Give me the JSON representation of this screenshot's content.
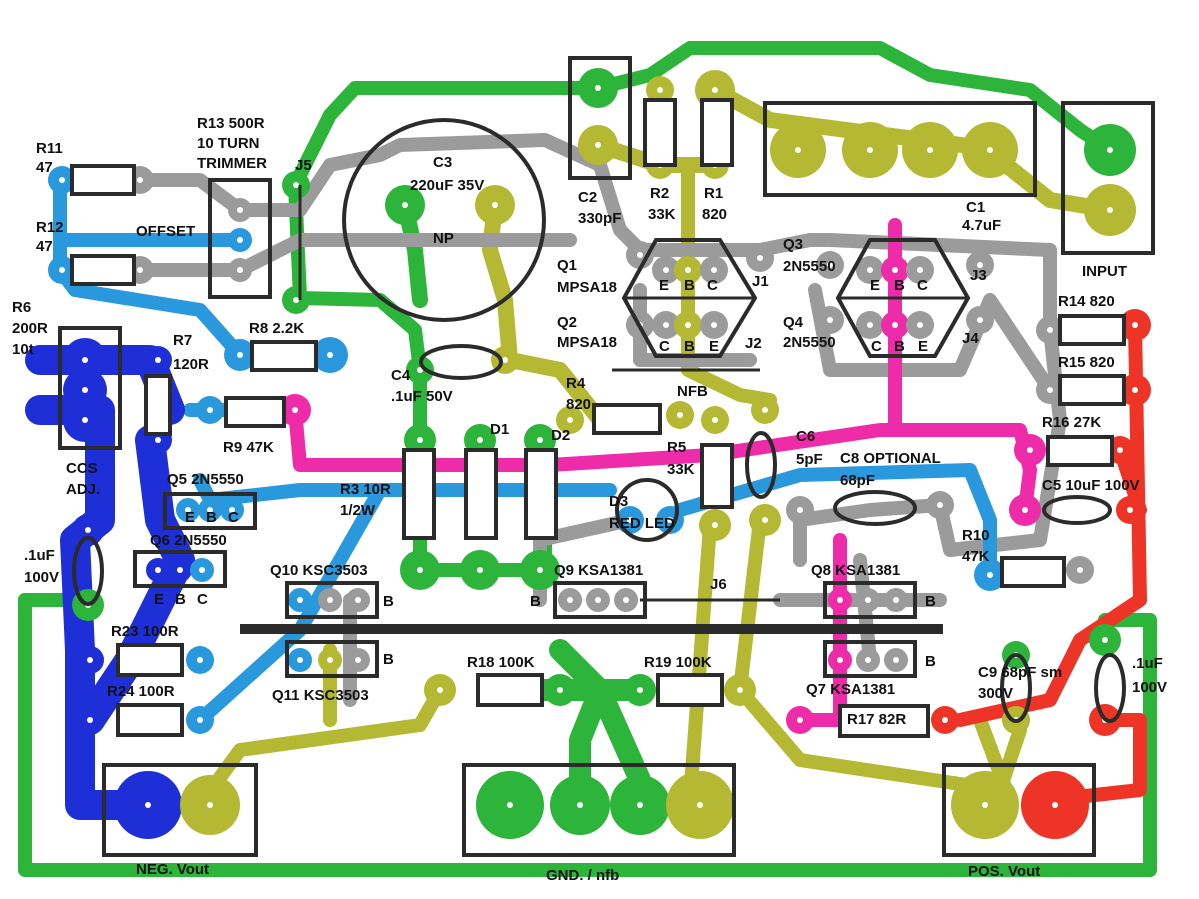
{
  "colors": {
    "green": "#2db43a",
    "olive": "#b4b832",
    "grey": "#9b9b9b",
    "light_blue": "#2a98dc",
    "dark_blue": "#1e2fd8",
    "magenta": "#ee2ba8",
    "red": "#ee3426",
    "outline": "#2b2b2b"
  },
  "labels": {
    "r11": "R11",
    "r11_val": "47",
    "r12": "R12",
    "r12_val": "47",
    "r13": "R13 500R",
    "r13_turn": "10 TURN",
    "r13_trim": "TRIMMER",
    "j5": "J5",
    "offset": "OFFSET",
    "c3": "C3",
    "c3_val": "220uF 35V",
    "np": "NP",
    "c2": "C2",
    "c2_val": "330pF",
    "r2": "R2",
    "r2_val": "33K",
    "r1": "R1",
    "r1_val": "820",
    "c1": "C1",
    "c1_val": "4.7uF",
    "input": "INPUT",
    "q1": "Q1",
    "q1_type": "MPSA18",
    "q2": "Q2",
    "q2_type": "MPSA18",
    "q3": "Q3",
    "q3_type": "2N5550",
    "q4": "Q4",
    "q4_type": "2N5550",
    "j1": "J1",
    "j2": "J2",
    "j3": "J3",
    "j4": "J4",
    "pin_e": "E",
    "pin_b": "B",
    "pin_c": "C",
    "nfb": "NFB",
    "r14": "R14 820",
    "r15": "R15 820",
    "r16": "R16 27K",
    "r6": "R6",
    "r6_val": "200R",
    "r6_turn": "10t",
    "r7": "R7",
    "r7_val": "120R",
    "r8": "R8 2.2K",
    "r9": "R9 47K",
    "c4": "C4",
    "c4_val": ".1uF 50V",
    "r4": "R4",
    "r4_val": "820",
    "d1": "D1",
    "d2": "D2",
    "r5": "R5",
    "r5_val": "33K",
    "c6": "C6",
    "c6_val": "5pF",
    "c8": "C8 OPTIONAL",
    "c8_val": "68pF",
    "c5": "C5 10uF 100V",
    "ccs": "CCS",
    "ccs_adj": "ADJ.",
    "q5": "Q5 2N5550",
    "q6": "Q6 2N5550",
    "r3": "R3 10R",
    "r3_watt": "1/2W",
    "d3": "D3",
    "d3_val": "RED LED",
    "r10": "R10",
    "r10_val": "47K",
    "c_left": ".1uF",
    "c_left_v": "100V",
    "q10": "Q10 KSC3503",
    "q9": "Q9 KSA1381",
    "q8": "Q8 KSA1381",
    "j6": "J6",
    "b_q10": "B",
    "b_q9": "B",
    "b_q8": "B",
    "b_q11": "B",
    "b_q7": "B",
    "r23": "R23 100R",
    "r24": "R24 100R",
    "q11": "Q11 KSC3503",
    "r18": "R18 100K",
    "r19": "R19 100K",
    "q7": "Q7 KSA1381",
    "r17": "R17 82R",
    "c9": "C9 68pF sm",
    "c9_val": "300V",
    "c_right": ".1uF",
    "c_right_v": "100V",
    "neg_vout": "NEG. Vout",
    "gnd": "GND. / nfb",
    "pos_vout": "POS. Vout"
  }
}
